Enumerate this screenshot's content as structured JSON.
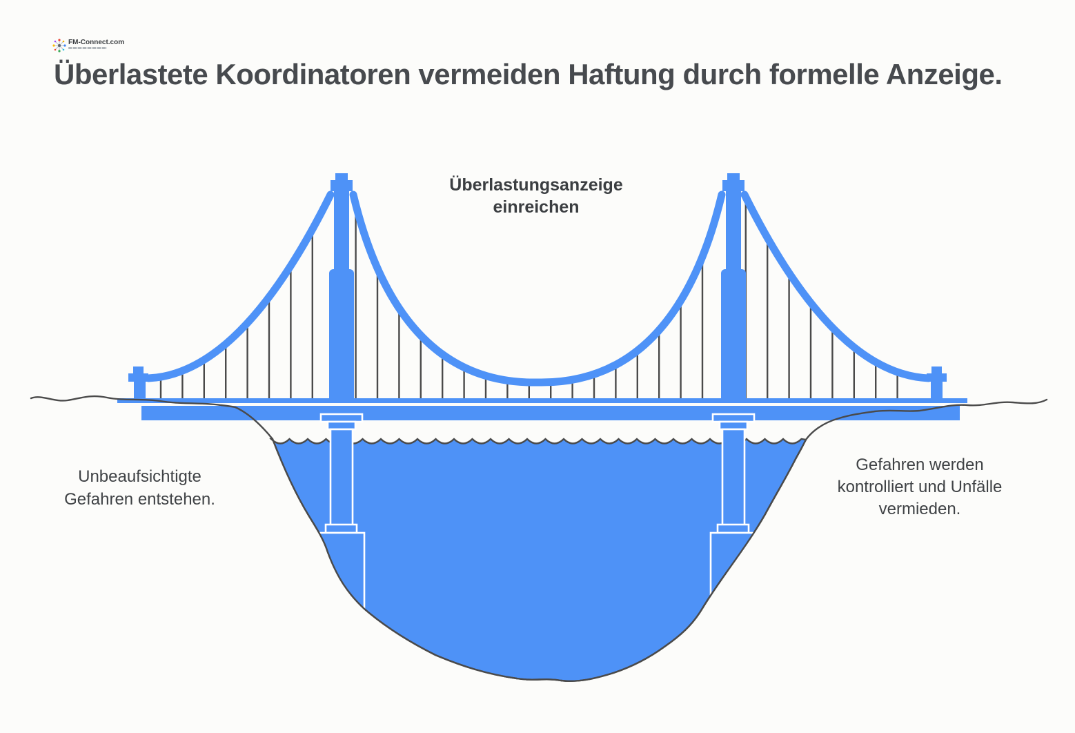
{
  "logo": {
    "text": "FM-Connect.com"
  },
  "title": "Überlastete Koordinatoren vermeiden Haftung durch formelle Anzeige.",
  "diagram": {
    "center_label": {
      "lines": [
        "Überlastungsanzeige",
        "einreichen"
      ]
    },
    "left_label": {
      "lines": [
        "Unbeaufsichtigte",
        "Gefahren entstehen."
      ]
    },
    "right_label": {
      "lines": [
        "Gefahren werden",
        "kontrolliert und Unfälle",
        "vermieden."
      ]
    },
    "colors": {
      "bridge_blue": "#4e92f7",
      "outline_gray": "#4a4a4a",
      "label_text": "#3f4245",
      "title_text": "#474a4e",
      "background": "#fcfcfa"
    }
  }
}
